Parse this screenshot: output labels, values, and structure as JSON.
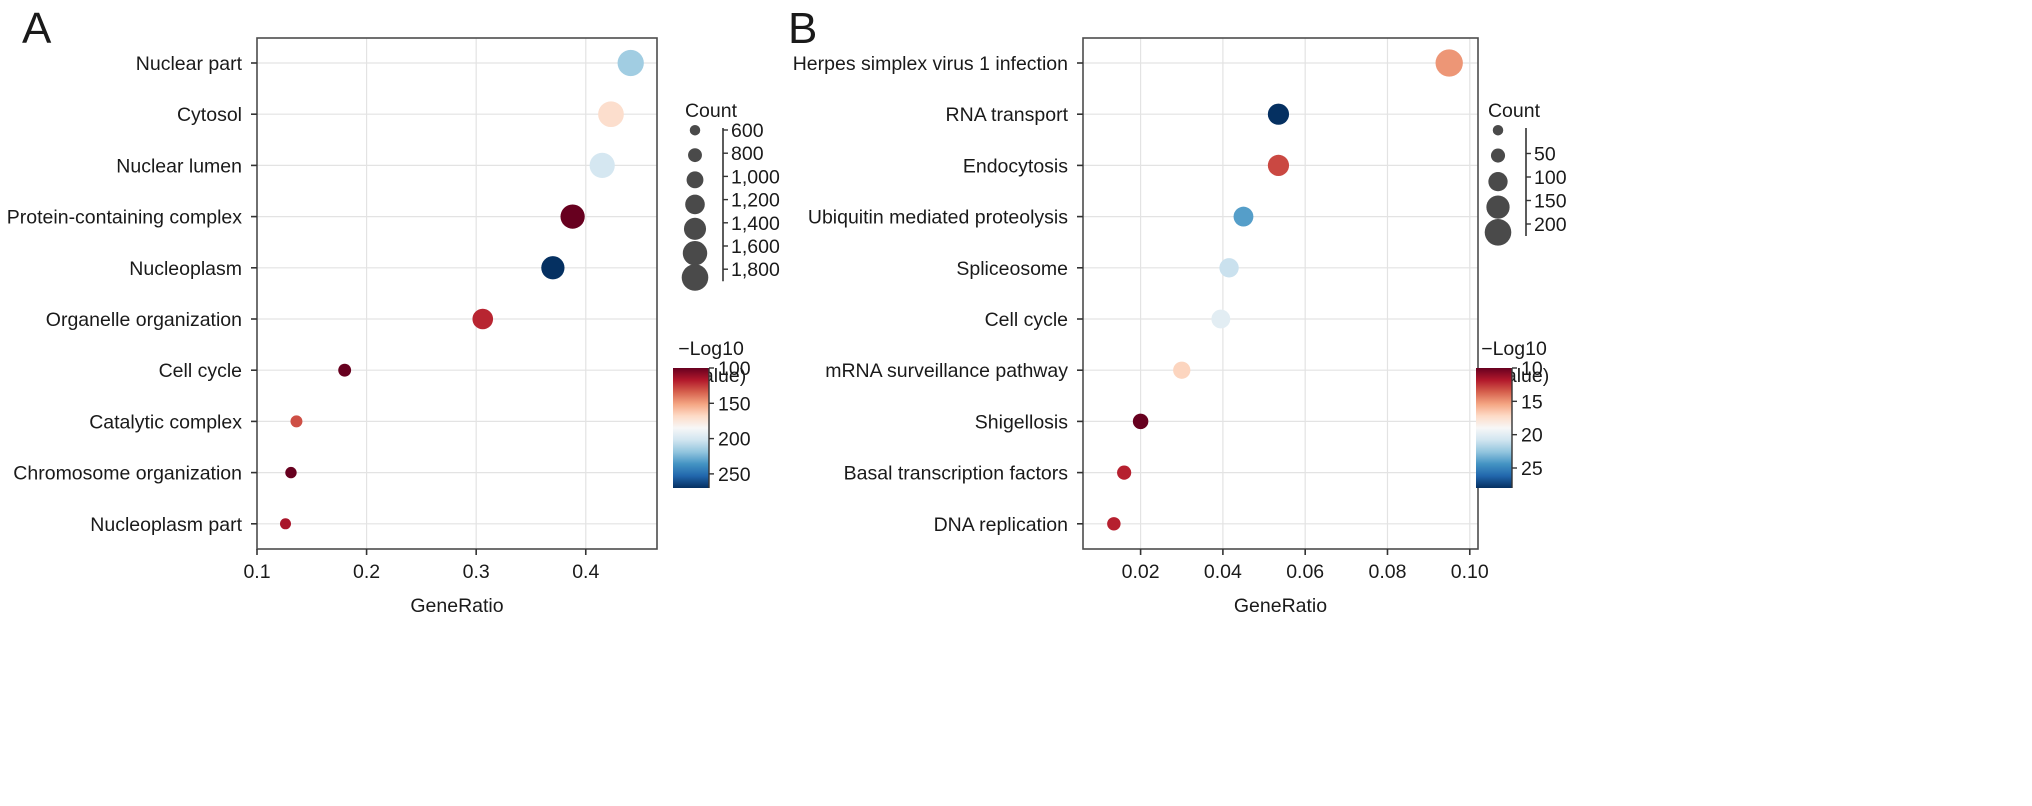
{
  "panels": {
    "a_letter": "A",
    "b_letter": "B"
  },
  "chart_data": [
    {
      "type": "scatter",
      "panel": "A",
      "xlabel": "GeneRatio",
      "xticks": [
        0.1,
        0.2,
        0.3,
        0.4
      ],
      "xtick_labels": [
        "0.1",
        "0.2",
        "0.3",
        "0.4"
      ],
      "xlim": [
        0.1,
        0.465
      ],
      "grid": true,
      "categories": [
        "Nuclear part",
        "Cytosol",
        "Nuclear lumen",
        "Protein-containing complex",
        "Nucleoplasm",
        "Organelle organization",
        "Cell cycle",
        "Catalytic complex",
        "Chromosome organization",
        "Nucleoplasm part"
      ],
      "x": [
        0.441,
        0.423,
        0.415,
        0.388,
        0.37,
        0.306,
        0.18,
        0.136,
        0.131,
        0.126
      ],
      "count": [
        1650,
        1600,
        1560,
        1480,
        1400,
        1200,
        700,
        650,
        620,
        600
      ],
      "color_value": [
        215,
        170,
        200,
        100,
        270,
        120,
        100,
        130,
        100,
        115
      ],
      "legend_count": {
        "title": "Count",
        "labels": [
          "600",
          "800",
          "1,000",
          "1,200",
          "1,400",
          "1,600",
          "1,800"
        ],
        "values": [
          600,
          800,
          1000,
          1200,
          1400,
          1600,
          1800
        ]
      },
      "legend_color": {
        "title_line1": "−Log10",
        "title_line2": "(pvalue)",
        "tick_labels": [
          "100",
          "150",
          "200",
          "250"
        ],
        "tick_values": [
          100,
          150,
          200,
          250
        ],
        "range": [
          100,
          270
        ],
        "low_color": "#67001f",
        "high_color": "#053061"
      }
    },
    {
      "type": "scatter",
      "panel": "B",
      "xlabel": "GeneRatio",
      "xticks": [
        0.02,
        0.04,
        0.06,
        0.08,
        0.1
      ],
      "xtick_labels": [
        "0.02",
        "0.04",
        "0.06",
        "0.08",
        "0.10"
      ],
      "xlim": [
        0.006,
        0.102
      ],
      "grid": true,
      "categories": [
        "Herpes simplex virus 1 infection",
        "RNA transport",
        "Endocytosis",
        "Ubiquitin mediated proteolysis",
        "Spliceosome",
        "Cell cycle",
        "mRNA surveillance pathway",
        "Shigellosis",
        "Basal transcription factors",
        "DNA replication"
      ],
      "x": [
        0.095,
        0.0535,
        0.0535,
        0.045,
        0.0415,
        0.0395,
        0.03,
        0.02,
        0.016,
        0.0135
      ],
      "count": [
        190,
        110,
        110,
        95,
        90,
        85,
        70,
        55,
        45,
        40
      ],
      "color_value": [
        15,
        28,
        13,
        24,
        21,
        20,
        17,
        10,
        12,
        12
      ],
      "legend_count": {
        "title": "Count",
        "labels": [
          "50",
          "100",
          "150",
          "200"
        ],
        "values": [
          50,
          100,
          150,
          200
        ],
        "small_value": 25
      },
      "legend_color": {
        "title_line1": "−Log10",
        "title_line2": "(pvalue)",
        "tick_labels": [
          "10",
          "15",
          "20",
          "25"
        ],
        "tick_values": [
          10,
          15,
          20,
          25
        ],
        "range": [
          10,
          28
        ],
        "low_color": "#67001f",
        "high_color": "#053061"
      }
    }
  ]
}
